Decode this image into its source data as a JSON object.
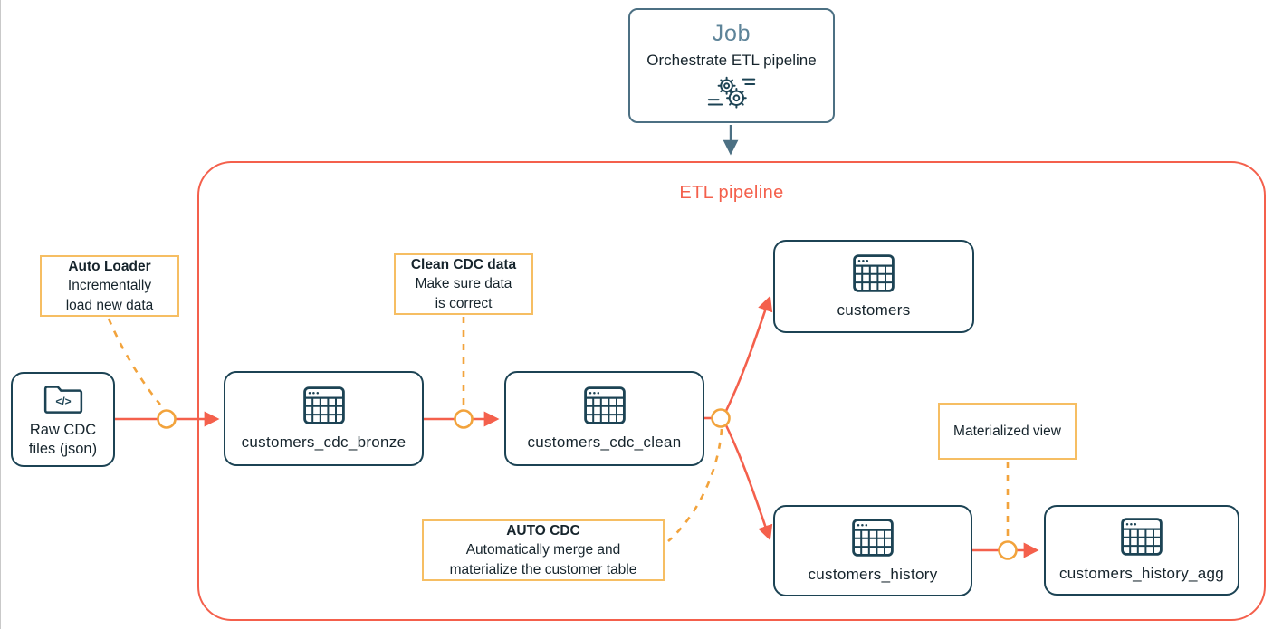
{
  "diagram": {
    "job": {
      "title": "Job",
      "subtitle": "Orchestrate ETL pipeline",
      "icon": "gears-icon"
    },
    "pipeline_title": "ETL pipeline",
    "source_node": {
      "line1": "Raw CDC",
      "line2": "files (json)",
      "icon": "folder-code-icon"
    },
    "nodes": {
      "bronze": {
        "label": "customers_cdc_bronze",
        "icon": "table-icon"
      },
      "clean": {
        "label": "customers_cdc_clean",
        "icon": "table-icon"
      },
      "customers": {
        "label": "customers",
        "icon": "table-icon"
      },
      "history": {
        "label": "customers_history",
        "icon": "table-icon"
      },
      "history_agg": {
        "label": "customers_history_agg",
        "icon": "table-icon"
      }
    },
    "annotations": {
      "auto_loader": {
        "title": "Auto Loader",
        "line1": "Incrementally",
        "line2": "load new data"
      },
      "clean_cdc": {
        "title": "Clean CDC data",
        "line1": "Make sure data",
        "line2": "is correct"
      },
      "auto_cdc": {
        "title": "AUTO CDC",
        "line1": "Automatically merge and",
        "line2": "materialize the customer table"
      },
      "materialized_view": {
        "label": "Materialized view"
      }
    },
    "colors": {
      "pipeline_accent": "#F4604C",
      "node_border": "#1C4354",
      "job_border": "#4C7083",
      "job_title_text": "#5E8499",
      "annotation_border": "#F6BE63",
      "connector_amber": "#F2A33C",
      "text": "#16242C"
    }
  }
}
